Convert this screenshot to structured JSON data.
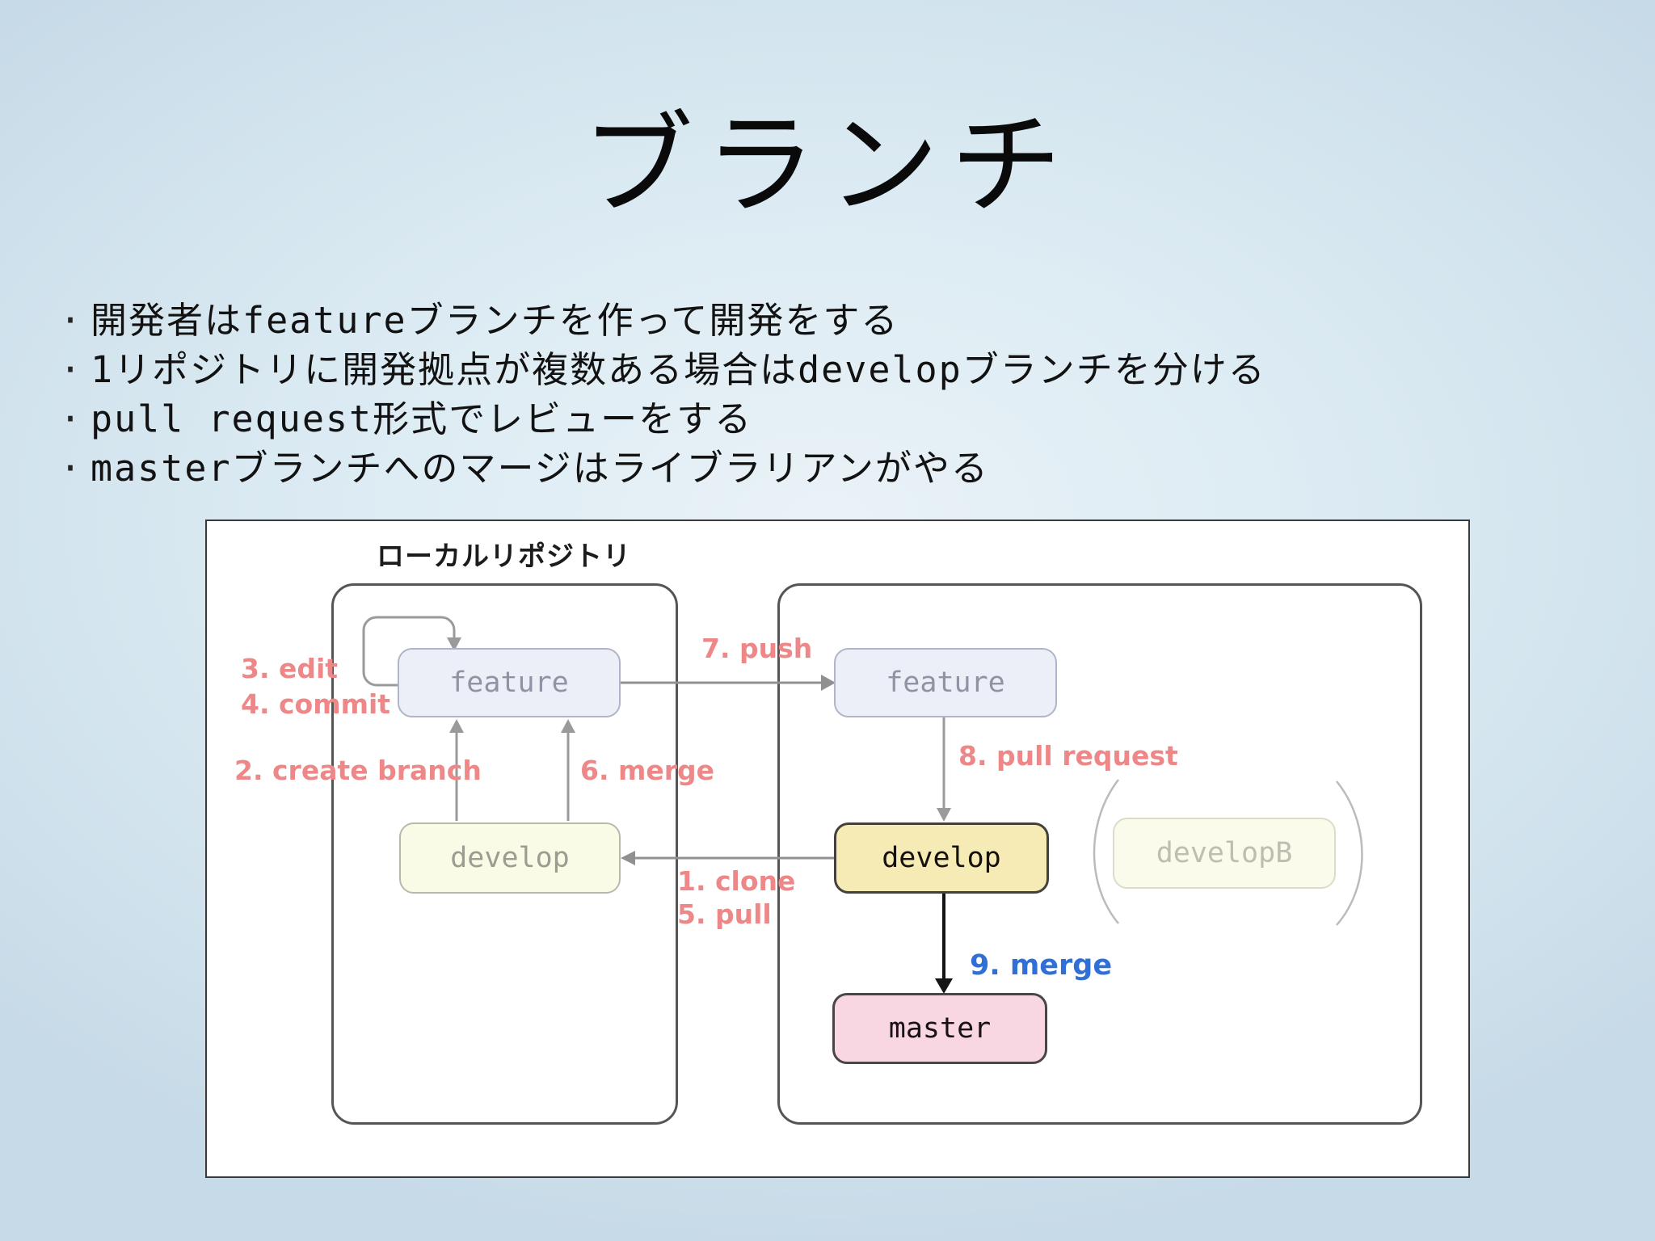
{
  "slide": {
    "title": "ブランチ",
    "bullet_marker": "·",
    "bullets": [
      "開発者はfeatureブランチを作って開発をする",
      "1リポジトリに開発拠点が複数ある場合はdevelopブランチを分ける",
      "pull request形式でレビューをする",
      "masterブランチへのマージはライブラリアンがやる"
    ]
  },
  "diagram": {
    "local_repo_label": "ローカルリポジトリ",
    "boxes": {
      "feature_local": "feature",
      "feature_remote": "feature",
      "develop_local": "develop",
      "develop_remote": "develop",
      "develop_b": "developB",
      "master": "master"
    },
    "steps": {
      "s1": "1. clone",
      "s2": "2. create branch",
      "s3": "3. edit",
      "s4": "4. commit",
      "s5": "5. pull",
      "s6": "6. merge",
      "s7": "7. push",
      "s8": "8. pull request",
      "s9": "9. merge"
    },
    "colors": {
      "step_label": "#ee8888",
      "merge9_label": "#2f6fd6",
      "develop_fill": "#f6ebb4",
      "master_fill": "#f8d6e2",
      "feature_fill": "#edeff8",
      "pale_yellow_fill": "#fafbe7",
      "background": "#d4e4ee"
    }
  }
}
